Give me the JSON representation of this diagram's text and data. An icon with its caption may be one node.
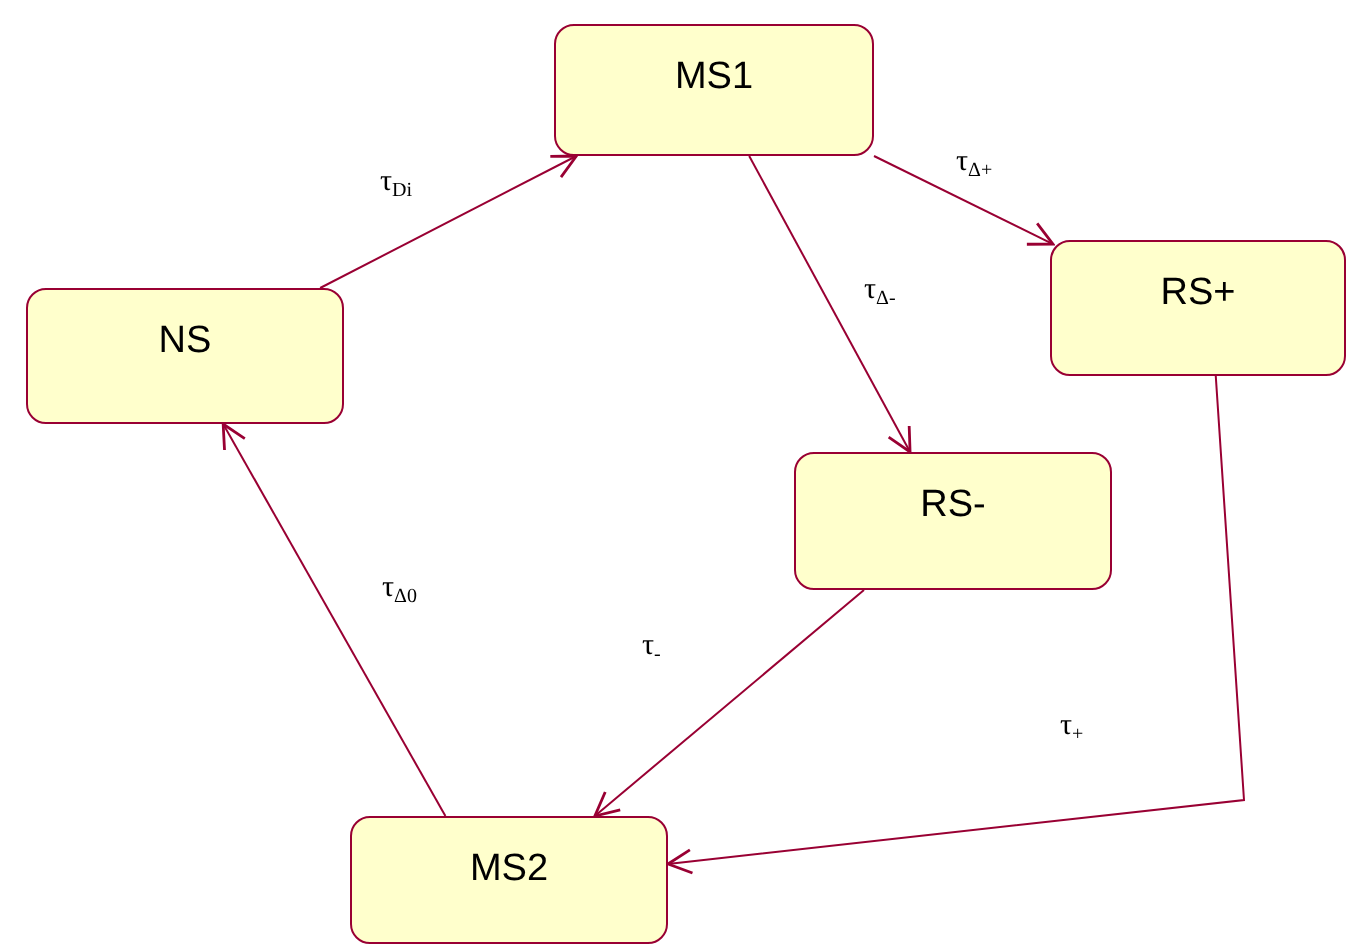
{
  "diagram": {
    "nodes": [
      {
        "text": [
          "MS1"
        ]
      },
      {
        "text": [
          "NS"
        ]
      },
      {
        "text": [
          "RS+"
        ]
      },
      {
        "text": [
          "RS-"
        ]
      },
      {
        "text": [
          "MS2"
        ]
      }
    ],
    "edges": [
      {
        "from": 1,
        "to": 0,
        "arrow": "to",
        "label": "τ$_{Di}$"
      },
      {
        "from": 0,
        "to": 2,
        "arrow": "to",
        "label": "τ$_{Δ+}$"
      },
      {
        "from": 0,
        "to": 3,
        "arrow": "to",
        "label": "τ$_{Δ-}$"
      },
      {
        "from": 3,
        "to": 4,
        "arrow": "to",
        "label": "τ$_{-}$"
      },
      {
        "from": 2,
        "to": 4,
        "arrow": "to",
        "label": "τ$_{+}$"
      },
      {
        "from": 4,
        "to": 1,
        "arrow": "to",
        "label": "τ$_{Δ0}$"
      }
    ]
  }
}
